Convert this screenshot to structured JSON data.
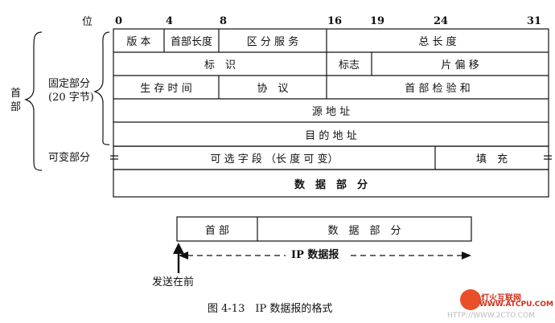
{
  "bit_label": "位",
  "bit_positions": [
    "0",
    "4",
    "8",
    "16",
    "19",
    "24",
    "31"
  ],
  "header_group": {
    "side_label": "首部",
    "fixed_label_line1": "固定部分",
    "fixed_label_line2": "(20 字节)",
    "variable_label": "可变部分"
  },
  "fields": {
    "version": "版 本",
    "header_length": "首部长度",
    "differentiated_services": "区 分 服 务",
    "total_length": "总 长 度",
    "identification": "标　识",
    "flags": "标志",
    "fragment_offset": "片 偏 移",
    "ttl": "生 存 时 间",
    "protocol": "协　议",
    "header_checksum": "首 部 检 验 和",
    "source_address": "源 地 址",
    "destination_address": "目 的 地 址",
    "options": "可 选 字 段 （长 度 可 变）",
    "padding": "填　充",
    "data": "数　据　部　分"
  },
  "datagram": {
    "header": "首 部",
    "data": "数　据　部　分",
    "arrow_label": "IP 数据报",
    "send_label": "发送在前"
  },
  "caption": "图 4-13　IP 数据报的格式",
  "watermark": {
    "site_name": "灯火互联网",
    "site_url": "WWW.ATCPU.COM",
    "bottom_url": "HTTP://WWW.2CTO.COM"
  }
}
